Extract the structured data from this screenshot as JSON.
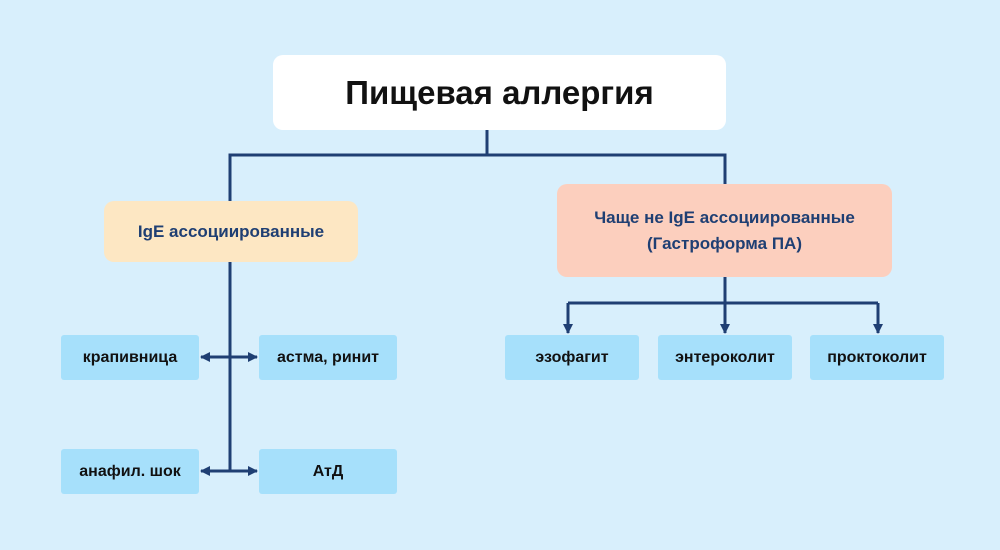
{
  "diagram": {
    "title": "Пищевая аллергия",
    "branches": [
      {
        "label_line1": "IgE ассоциированные",
        "leaves": [
          "крапивница",
          "астма, ринит",
          "анафил. шок",
          "АтД"
        ]
      },
      {
        "label_line1": "Чаще не IgE ассоциированные",
        "label_line2": "(Гастроформа ПА)",
        "leaves": [
          "эзофагит",
          "энтероколит",
          "проктоколит"
        ]
      }
    ]
  },
  "colors": {
    "background": "#d8effc",
    "connector": "#1f3f73",
    "ige_box": "#fde7c3",
    "non_ige_box": "#fccfbe",
    "leaf_box": "#a6e0fb"
  }
}
